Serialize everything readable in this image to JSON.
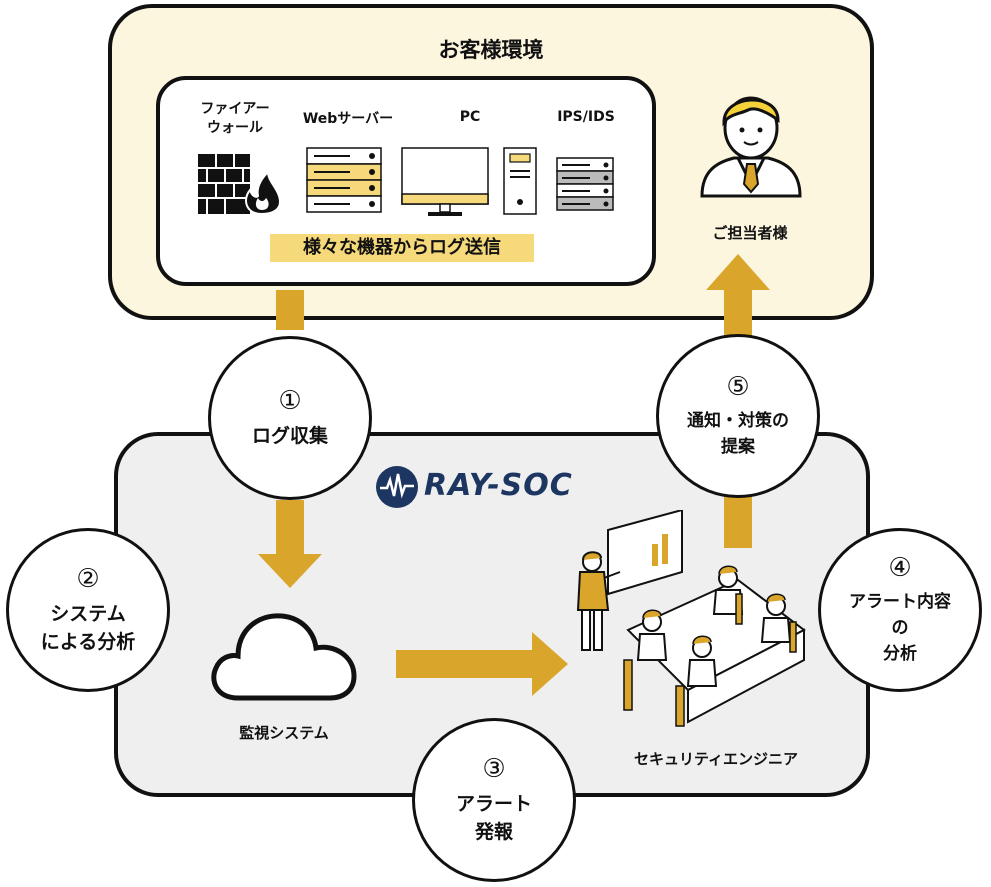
{
  "customer_env": {
    "title": "お客様環境",
    "devices": [
      {
        "label": "ファイアー\nウォール",
        "icon": "firewall-icon"
      },
      {
        "label": "Webサーバー",
        "icon": "server-icon"
      },
      {
        "label": "PC",
        "icon": "pc-icon"
      },
      {
        "label": "IPS/IDS",
        "icon": "ips-ids-icon"
      }
    ],
    "log_caption": "様々な機器からログ送信",
    "contact_label": "ご担当者様"
  },
  "soc": {
    "logo_text": "RAY-SOC",
    "monitor_label": "監視システム",
    "engineer_label": "セキュリティエンジニア"
  },
  "steps": [
    {
      "num": "①",
      "lines": [
        "ログ収集"
      ]
    },
    {
      "num": "②",
      "lines": [
        "システム",
        "による分析"
      ]
    },
    {
      "num": "③",
      "lines": [
        "アラート",
        "発報"
      ]
    },
    {
      "num": "④",
      "lines": [
        "アラート内容",
        "の",
        "分析"
      ]
    },
    {
      "num": "⑤",
      "lines": [
        "通知・対策の",
        "提案"
      ]
    }
  ],
  "colors": {
    "accent": "#d9a52a",
    "highlight": "#f5d97a",
    "panel_top": "#fdf6df",
    "panel_bottom": "#efefef",
    "navy": "#1d3561"
  }
}
